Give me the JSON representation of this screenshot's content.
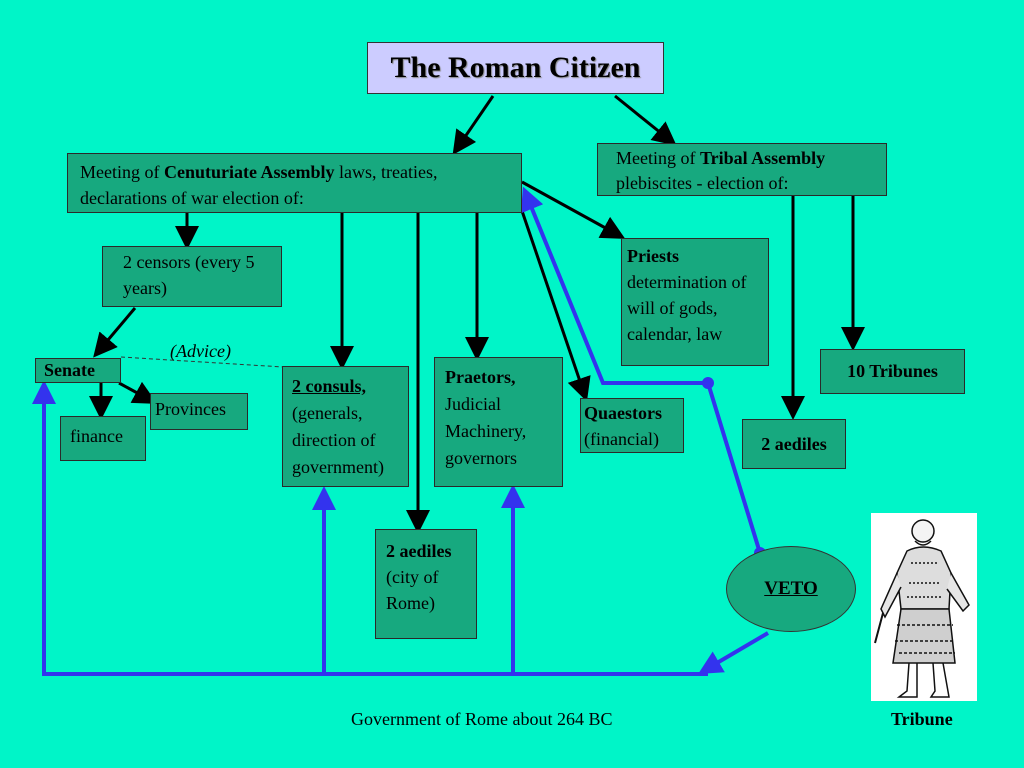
{
  "title": "The Roman Citizen",
  "centuriate": {
    "prefix": "Meeting of ",
    "name": "Cenuturiate Assembly",
    "suffix": " laws, treaties, declarations of war election of:"
  },
  "tribal": {
    "prefix": "Meeting of ",
    "name": "Tribal Assembly",
    "line2": "plebiscites  - election of:"
  },
  "censors": "2 censors (every 5 years)",
  "priests": {
    "name": "Priests",
    "desc": "determination of will of gods, calendar, law"
  },
  "advice": "(Advice)",
  "senate": "Senate",
  "provinces": "Provinces",
  "finance": "finance",
  "consuls": {
    "name": "2 consuls,",
    "desc": "(generals, direction of government)"
  },
  "praetors": {
    "name": "Praetors,",
    "desc": "Judicial Machinery, governors"
  },
  "quaestors": {
    "name": "Quaestors",
    "desc": "(financial)"
  },
  "tribunes10": "10 Tribunes",
  "aediles_tribal": "2 aediles",
  "aediles_city": {
    "name": "2 aediles",
    "desc": "(city of Rome)"
  },
  "veto": "VETO",
  "caption": "Government of Rome about 264 BC",
  "tribune_label": "Tribune",
  "colors": {
    "background": "#00f5c8",
    "box": "#17a97f",
    "title_box": "#ccccff",
    "veto_line": "#3333ee"
  },
  "icons": {
    "tribune_figure": "roman-tribune-figure"
  }
}
